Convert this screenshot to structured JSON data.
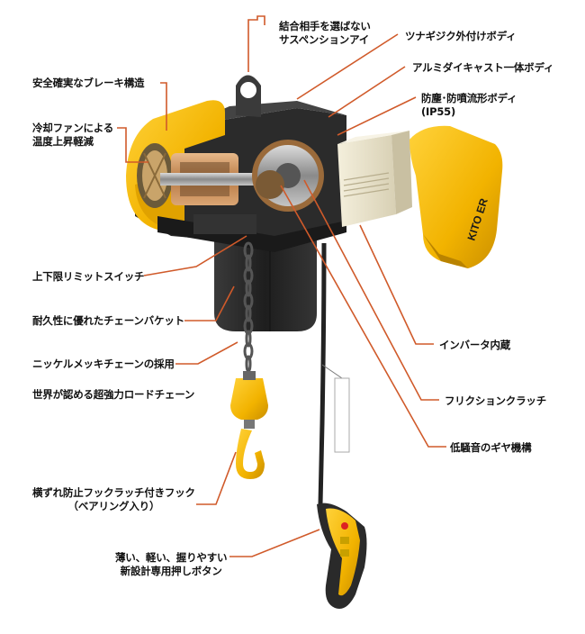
{
  "colors": {
    "leader": "#d05a2a",
    "yellow": "#f2b300",
    "dark": "#2a2a2a",
    "beige": "#e8e2cc"
  },
  "labels": {
    "suspension_line1": "結合相手を選ばない",
    "suspension_line2": "サスペンションアイ",
    "brake": "安全確実なブレーキ構造",
    "fan_line1": "冷却ファンによる",
    "fan_line2": "温度上昇軽減",
    "external_body": "ツナギジク外付けボディ",
    "aluminum_body": "アルミダイキャスト一体ボディ",
    "dustproof_line1": "防塵･防噴流形ボディ",
    "dustproof_line2": "(IP55)",
    "limit_switch": "上下限リミットスイッチ",
    "chain_bucket": "耐久性に優れたチェーンバケット",
    "nickel_chain": "ニッケルメッキチェーンの採用",
    "load_chain": "世界が認める超強力ロードチェーン",
    "hook_line1": "横ずれ防止フックラッチ付きフック",
    "hook_line2": "（ベアリング入り）",
    "pendant_line1": "薄い、軽い、握りやすい",
    "pendant_line2": "新設計専用押しボタン",
    "inverter": "インバータ内蔵",
    "clutch": "フリクションクラッチ",
    "gear": "低騒音のギヤ機構",
    "cover_logo": "KITO ER"
  }
}
